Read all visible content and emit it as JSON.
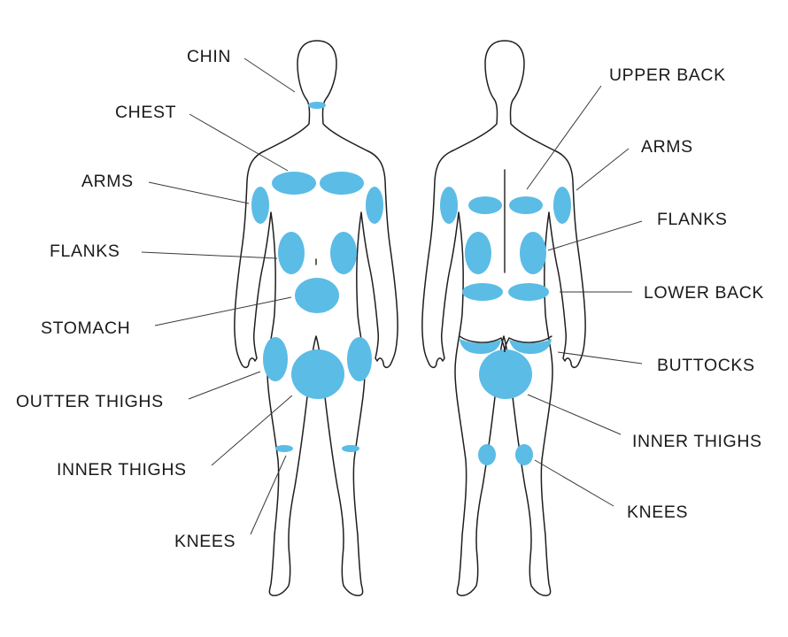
{
  "colors": {
    "zone": "#5bbce6",
    "outline": "#1e1e1e",
    "text": "#1a1a1a"
  },
  "front": {
    "labels": {
      "chin": "CHIN",
      "chest": "CHEST",
      "arms": "ARMS",
      "flanks": "FLANKS",
      "stomach": "STOMACH",
      "outer_thighs": "OUTTER THIGHS",
      "inner_thighs": "INNER THIGHS",
      "knees": "KNEES"
    }
  },
  "back": {
    "labels": {
      "upper_back": "UPPER BACK",
      "arms": "ARMS",
      "flanks": "FLANKS",
      "lower_back": "LOWER BACK",
      "buttocks": "BUTTOCKS",
      "inner_thighs": "INNER THIGHS",
      "knees": "KNEES"
    }
  }
}
